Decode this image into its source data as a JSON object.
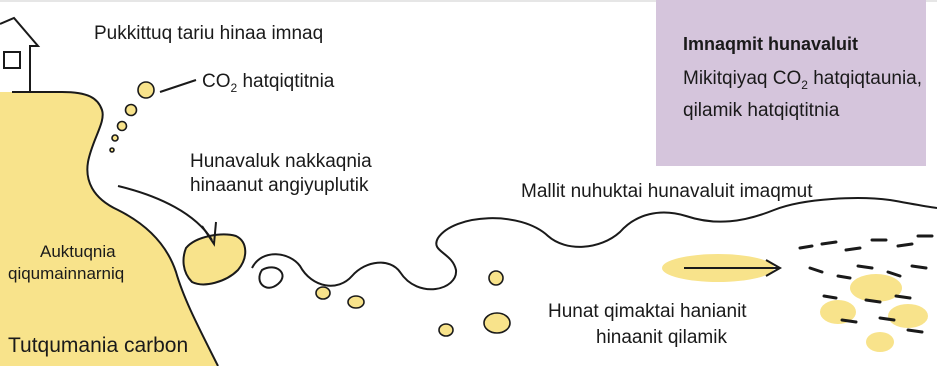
{
  "labels": {
    "house": "Pukkittuq tariu hinaa imnaq",
    "co2_prefix": "CO",
    "co2_sub": "2",
    "co2_suffix": " hatqiqtitnia",
    "cliff_line1": "Hunavaluk nakkaqnia",
    "cliff_line2": "hinaanut angiyuplutik",
    "waves": "Mallit nuhuktai hunavaluit imaqmut",
    "rock_line1": "Auktuqnia",
    "rock_line2": "qiqumainnarniq",
    "carbon": "Tutqumania carbon",
    "ocean_line1": "Hunat qimaktai hanianit",
    "ocean_line2": "hinaanit qilamik"
  },
  "info_box": {
    "title": "Imnaqmit hunavaluit",
    "body_prefix": "Mikitqiyaq CO",
    "body_sub": "2",
    "body_suffix": " hatqiqtaunia, qilamik hatqiqtitnia"
  },
  "colors": {
    "soil": "#f8e38b",
    "box": "#d5c5dc",
    "line": "#1a1a1a"
  }
}
